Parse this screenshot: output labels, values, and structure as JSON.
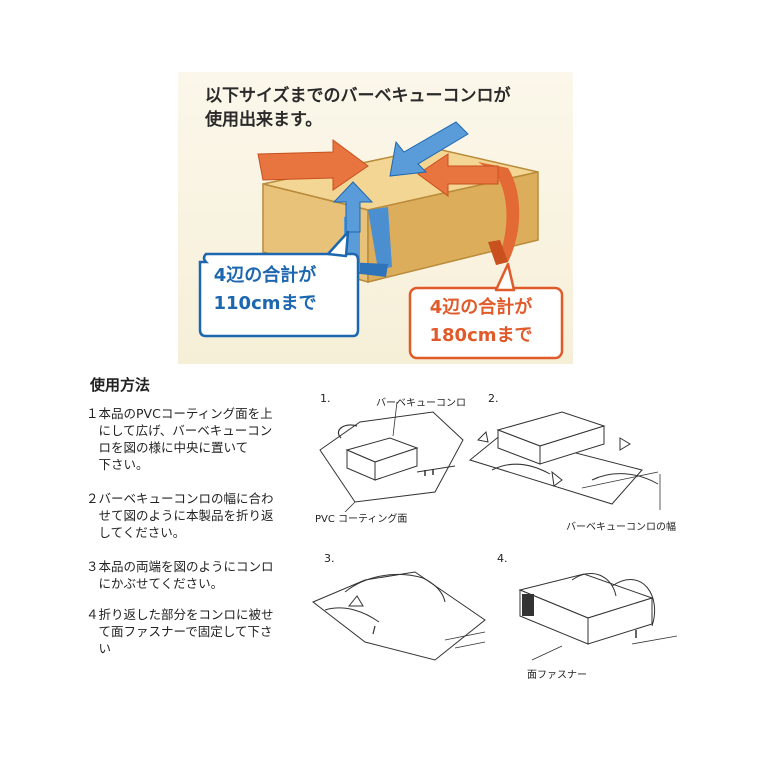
{
  "top": {
    "title_lines": [
      "以下サイズまでのバーベキューコンロが",
      "使用出来ます。"
    ],
    "blue_bubble_lines": [
      "4辺の合計が",
      "110cmまで"
    ],
    "red_bubble_lines": [
      "4辺の合計が",
      "180cmまで"
    ],
    "colors": {
      "blue": "#1d67b0",
      "red": "#e05a2a",
      "box": "#e9c27a"
    }
  },
  "usage": {
    "title": "使用方法",
    "steps": [
      [
        "１本品のPVCコーティング面を上",
        "　にして広げ、バーベキューコン",
        "　ロを図の様に中央に置いて",
        "　下さい。"
      ],
      [
        "２バーベキューコンロの幅に合わ",
        "　せて図のように本製品を折り返",
        "　してください。"
      ],
      [
        "３本品の両端を図のようにコンロ",
        "　にかぶせてください。"
      ],
      [
        "４折り返した部分をコンロに被せ",
        "　て面ファスナーで固定して下さ",
        "　い"
      ]
    ]
  },
  "diagrams": {
    "numbers": [
      "1.",
      "2.",
      "3.",
      "4."
    ],
    "labels": {
      "bbq_grill": "バーベキューコンロ",
      "pvc_side": "PVC コーティング面",
      "grill_width": "バーベキューコンロの幅",
      "hook_loop": "面ファスナー"
    }
  }
}
